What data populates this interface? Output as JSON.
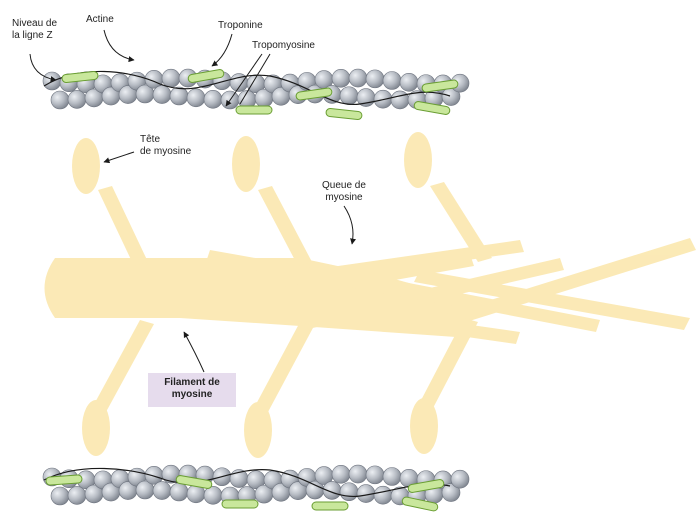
{
  "labels": {
    "z_line": "Niveau de\nla ligne Z",
    "actin": "Actine",
    "troponin": "Troponine",
    "tropomyosin": "Tropomyosine",
    "myosin_head": "Tête\nde myosine",
    "myosin_tail": "Queue de\nmyosine",
    "myosin_filament": "Filament de\nmyosine"
  },
  "colors": {
    "myosin": "#fbe8b0",
    "actin_bead": "#b4b9c1",
    "troponin": "#c9e79c",
    "troponin_stroke": "#6a9e33",
    "label_box": "#e6dced",
    "line": "#1a1a1a"
  }
}
